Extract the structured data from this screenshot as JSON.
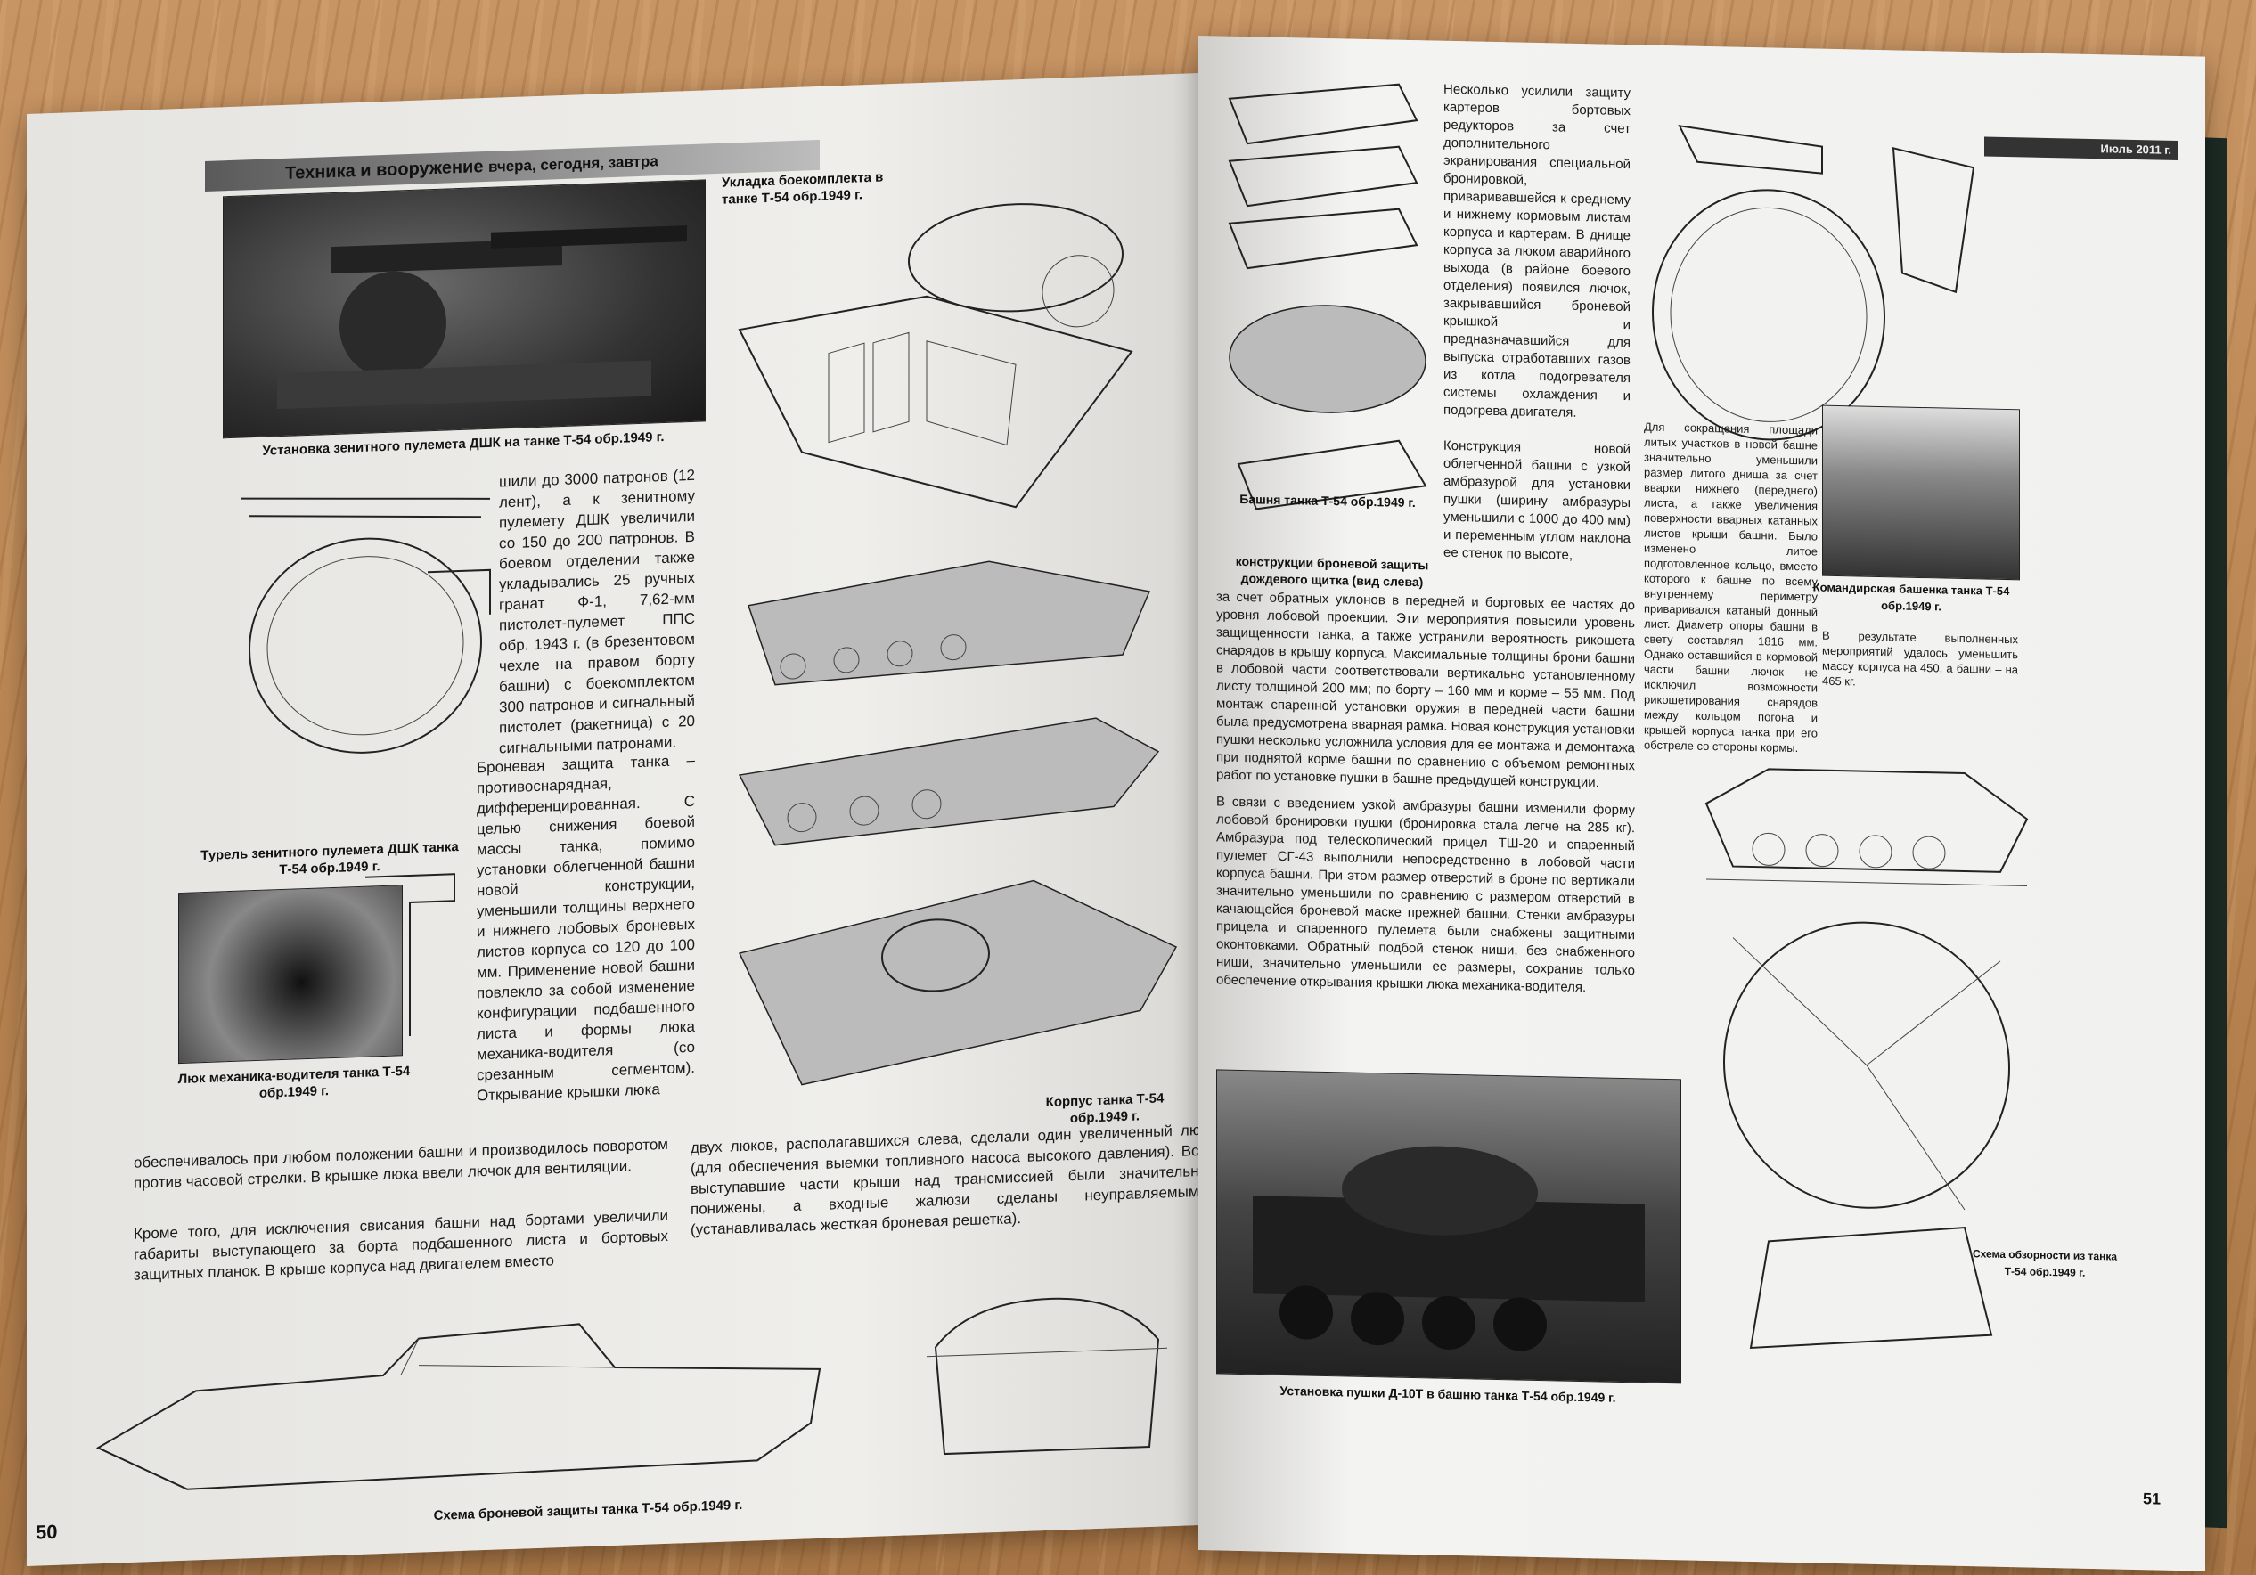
{
  "left_page": {
    "header": {
      "title": "Техника и вооружение",
      "subtitle": "вчера, сегодня, завтра"
    },
    "captions": {
      "dshk_mount": "Установка зенитного пулемета ДШК на танке Т-54 обр.1949 г.",
      "ammo_stowage": "Укладка боекомплекта в танке Т-54 обр.1949 г.",
      "dshk_turret": "Турель зенитного пулемета ДШК танка Т-54 обр.1949 г.",
      "driver_hatch": "Люк механика-водителя танка Т-54 обр.1949 г.",
      "hull": "Корпус танка Т-54 обр.1949 г.",
      "armor_scheme": "Схема броневой защиты танка Т-54 обр.1949 г."
    },
    "text_col1": "шили до 3000 патронов (12 лент), а к зенитному пулемету ДШК увеличили со 150 до 200 патронов. В боевом отделении также укладывались 25 ручных гранат Ф-1, 7,62-мм пистолет-пулемет ППС обр. 1943 г. (в брезентовом чехле на правом борту башни) с боекомплектом 300 патронов и сигнальный пистолет (ракетница) с 20 сигнальными патронами.",
    "text_col2": "Броневая защита танка – противоснарядная, дифференцированная. С целью снижения боевой массы танка, помимо установки облегченной башни новой конструкции, уменьшили толщины верхнего и нижнего лобовых броневых листов корпуса со 120 до 100 мм. Применение новой башни повлекло за собой изменение конфигурации подбашенного листа и формы люка механика-водителя (со срезанным сегментом). Открывание крышки люка",
    "text_bottom_left": "обеспечивалось при любом положении башни и производилось поворотом против часовой стрелки. В крышке люка ввели лючок для вентиляции.",
    "text_bottom_left2": "Кроме того, для исключения свисания башни над бортами увеличили габариты выступающего за борта подбашенного листа и бортовых защитных планок. В крыше корпуса над двигателем вместо",
    "text_bottom_right": "двух люков, располагавшихся слева, сделали один увеличенный люк (для обеспечения выемки топливного насоса высокого давления). Все выступавшие части крыши над трансмиссией были значительно понижены, а входные жалюзи сделаны неуправляемыми (устанавливалась жесткая броневая решетка).",
    "page_number": "50"
  },
  "right_page": {
    "header": "Июль 2011 г.",
    "captions": {
      "turret_1": "Башня танка Т-54 обр.1949 г.",
      "rain_shield": "конструкции броневой защиты дождевого щитка (вид слева)",
      "commander_turret": "Командирская башенка танка Т-54 обр.1949 г.",
      "gun_install": "Установка пушки Д-10Т в башню танка Т-54 обр.1949 г.",
      "hatch_scheme": "Схема обзорности из танка Т-54 обр.1949 г."
    },
    "text_col1": "Несколько усилили защиту картеров бортовых редукторов за счет дополнительного экранирования специальной бронировкой, приваривавшейся к среднему и нижнему кормовым листам корпуса и картерам. В днище корпуса за люком аварийного выхода (в районе боевого отделения) появился лючок, закрывавшийся броневой крышкой и предназначавшийся для выпуска отработавших газов из котла подогревателя системы охлаждения и подогрева двигателя.",
    "text_col1b": "Конструкция новой облегченной башни с узкой амбразурой для установки пушки (ширину амбразуры уменьшили с 1000 до 400 мм) и переменным углом наклона ее стенок по высоте,",
    "text_main": "за счет обратных уклонов в передней и бортовых ее частях до уровня лобовой проекции. Эти мероприятия повысили уровень защищенности танка, а также устранили вероятность рикошета снарядов в крышу корпуса. Максимальные толщины брони башни в лобовой части соответствовали вертикально установленному листу толщиной 200 мм; по борту – 160 мм и корме – 55 мм. Под монтаж спаренной установки оружия в передней части башни была предусмотрена вварная рамка. Новая конструкция установки пушки несколько усложнила условия для ее монтажа и демонтажа при поднятой корме башни по сравнению с объемом ремонтных работ по установке пушки в башне предыдущей конструкции.",
    "text_main2": "В связи с введением узкой амбразуры башни изменили форму лобовой бронировки пушки (бронировка стала легче на 285 кг). Амбразура под телескопический прицел ТШ-20 и спаренный пулемет СГ-43 выполнили непосредственно в лобовой части корпуса башни. При этом размер отверстий в броне по вертикали значительно уменьшили по сравнению с размером отверстий в качающейся броневой маске прежней башни. Стенки амбразуры прицела и спаренного пулемета были снабжены защитными оконтовками. Обратный подбой стенок ниши, без снабженного ниши, значительно уменьшили ее размеры, сохранив только обеспечение открывания крышки люка механика-водителя.",
    "text_col3": "Для сокращения площади литых участков в новой башне значительно уменьшили размер литого днища за счет вварки нижнего (переднего) листа, а также увеличения поверхности вварных катанных листов крыши башни. Было изменено литое подготовленное кольцо, вместо которого к башне по всему внутреннему периметру приваривался катаный донный лист. Диаметр опоры башни в свету составлял 1816 мм. Однако оставшийся в кормовой части башни лючок не исключил возможности рикошетирования снарядов между кольцом погона и крышей корпуса танка при его обстреле со стороны кормы.",
    "text_col3b": "В результате выполненных мероприятий удалось уменьшить массу корпуса на 450, а башни – на 465 кг.",
    "page_number": "51"
  }
}
